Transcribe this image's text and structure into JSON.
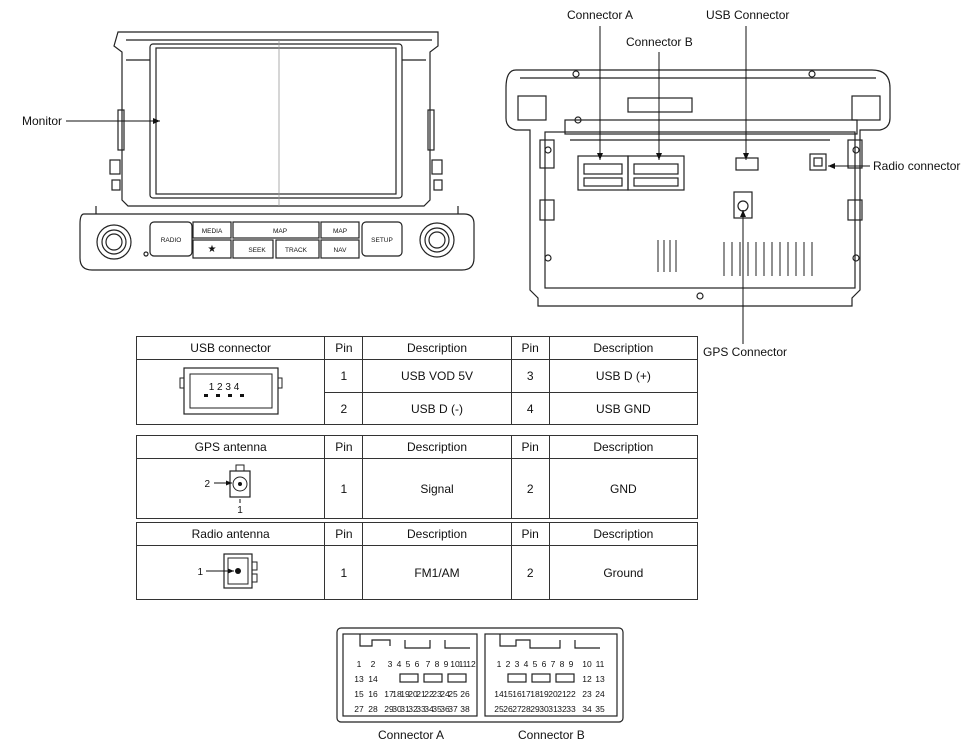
{
  "callouts": {
    "monitor": "Monitor",
    "connector_a": "Connector A",
    "connector_b": "Connector B",
    "usb_connector": "USB Connector",
    "radio_connector": "Radio connector",
    "gps_connector": "GPS Connector"
  },
  "front_panel_buttons": {
    "radio": "RADIO",
    "media": "MEDIA",
    "sd_map": "MAP",
    "map": "MAP",
    "setup": "SETUP",
    "star": "★",
    "seek": "SEEK",
    "track": "TRACK",
    "nav": "NAV"
  },
  "tables": {
    "usb": {
      "title": "USB connector",
      "col_pin": "Pin",
      "col_desc": "Description",
      "icon_pins": "1  2  3  4",
      "rows": [
        {
          "pin_a": "1",
          "desc_a": "USB VOD 5V",
          "pin_b": "3",
          "desc_b": "USB D (+)"
        },
        {
          "pin_a": "2",
          "desc_a": "USB D (-)",
          "pin_b": "4",
          "desc_b": "USB GND"
        }
      ]
    },
    "gps": {
      "title": "GPS antenna",
      "col_pin": "Pin",
      "col_desc": "Description",
      "icon_pin_side": "2",
      "icon_pin_bottom": "1",
      "rows": [
        {
          "pin_a": "1",
          "desc_a": "Signal",
          "pin_b": "2",
          "desc_b": "GND"
        }
      ]
    },
    "radio": {
      "title": "Radio antenna",
      "col_pin": "Pin",
      "col_desc": "Description",
      "icon_pin": "1",
      "rows": [
        {
          "pin_a": "1",
          "desc_a": "FM1/AM",
          "pin_b": "2",
          "desc_b": "Ground"
        }
      ]
    }
  },
  "connector_a_pins": {
    "row1": [
      "1",
      "2",
      "3",
      "4",
      "5",
      "6",
      "7",
      "8",
      "9",
      "10",
      "11",
      "12"
    ],
    "row2": [
      "13",
      "14"
    ],
    "row3": [
      "15",
      "16",
      "17",
      "18",
      "19",
      "20",
      "21",
      "22",
      "23",
      "24",
      "25",
      "26"
    ],
    "row4": [
      "27",
      "28",
      "29",
      "30",
      "31",
      "32",
      "33",
      "34",
      "35",
      "36",
      "37",
      "38"
    ]
  },
  "connector_b_pins": {
    "row1": [
      "1",
      "2",
      "3",
      "4",
      "5",
      "6",
      "7",
      "8",
      "9",
      "10",
      "11"
    ],
    "row2": [
      "12",
      "13"
    ],
    "row3": [
      "14",
      "15",
      "16",
      "17",
      "18",
      "19",
      "20",
      "21",
      "22",
      "23",
      "24"
    ],
    "row4": [
      "25",
      "26",
      "27",
      "28",
      "29",
      "30",
      "31",
      "32",
      "33",
      "34",
      "35"
    ]
  },
  "connector_labels": {
    "a": "Connector A",
    "b": "Connector B"
  }
}
